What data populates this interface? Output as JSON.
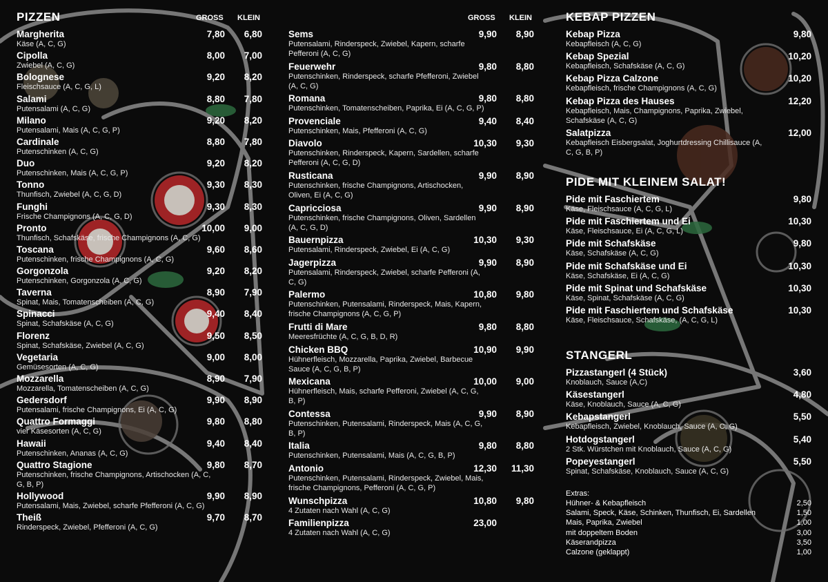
{
  "col1": {
    "title": "PIZZEN",
    "label_gross": "GROSS",
    "label_klein": "KLEIN",
    "items": [
      {
        "name": "Margherita",
        "desc": "Käse (A, C, G)",
        "gross": "7,80",
        "klein": "6,80"
      },
      {
        "name": "Cipolla",
        "desc": "Zwiebel (A, C, G)",
        "gross": "8,00",
        "klein": "7,00"
      },
      {
        "name": "Bolognese",
        "desc": "Fleischsauce (A, C, G, L)",
        "gross": "9,20",
        "klein": "8,20"
      },
      {
        "name": "Salami",
        "desc": "Putensalami (A, C, G)",
        "gross": "8,80",
        "klein": "7,80"
      },
      {
        "name": "Milano",
        "desc": "Putensalami, Mais (A, C, G, P)",
        "gross": "9,20",
        "klein": "8,20"
      },
      {
        "name": "Cardinale",
        "desc": "Putenschinken (A, C, G)",
        "gross": "8,80",
        "klein": "7,80"
      },
      {
        "name": "Duo",
        "desc": "Putenschinken, Mais (A, C, G, P)",
        "gross": "9,20",
        "klein": "8,20"
      },
      {
        "name": "Tonno",
        "desc": "Thunfisch, Zwiebel (A, C, G, D)",
        "gross": "9,30",
        "klein": "8,30"
      },
      {
        "name": "Funghi",
        "desc": "Frische Champignons (A, C, G, D)",
        "gross": "9,30",
        "klein": "8,30"
      },
      {
        "name": "Pronto",
        "desc": "Thunfisch, Schafskäse, frische Champignons (A, C, G)",
        "gross": "10,00",
        "klein": "9,00"
      },
      {
        "name": "Toscana",
        "desc": "Putenschinken, frische Champignons (A, C, G)",
        "gross": "9,60",
        "klein": "8,60"
      },
      {
        "name": "Gorgonzola",
        "desc": "Putenschinken, Gorgonzola (A, C, G)",
        "gross": "9,20",
        "klein": "8,20"
      },
      {
        "name": "Taverna",
        "desc": "Spinat, Mais, Tomatenscheiben (A, C, G)",
        "gross": "8,90",
        "klein": "7,90"
      },
      {
        "name": "Spinacci",
        "desc": "Spinat, Schafskäse (A, C, G)",
        "gross": "9,40",
        "klein": "8,40"
      },
      {
        "name": "Florenz",
        "desc": "Spinat, Schafskäse, Zwiebel (A, C, G)",
        "gross": "9,50",
        "klein": "8,50"
      },
      {
        "name": "Vegetaria",
        "desc": "Gemüsesorten (A, C, G)",
        "gross": "9,00",
        "klein": "8,00"
      },
      {
        "name": "Mozzarella",
        "desc": "Mozzarella, Tomatenscheiben (A, C, G)",
        "gross": "8,90",
        "klein": "7,90"
      },
      {
        "name": "Gedersdorf",
        "desc": "Putensalami, frische Champignons, Ei (A, C, G)",
        "gross": "9,90",
        "klein": "8,90"
      },
      {
        "name": "Quattro Formaggi",
        "desc": "vier Käsesorten (A, C, G)",
        "gross": "9,80",
        "klein": "8,80"
      },
      {
        "name": "Hawaii",
        "desc": "Putenschinken, Ananas (A, C, G)",
        "gross": "9,40",
        "klein": "8,40"
      },
      {
        "name": "Quattro Stagione",
        "desc": "Putenschinken, frische Champignons, Artischocken (A, C, G, B, P)",
        "gross": "9,80",
        "klein": "8,70"
      },
      {
        "name": "Hollywood",
        "desc": "Putensalami, Mais, Zwiebel, scharfe Pfefferoni (A, C, G)",
        "gross": "9,90",
        "klein": "8,90"
      },
      {
        "name": "Theiß",
        "desc": "Rinderspeck, Zwiebel, Pfefferoni (A, C, G)",
        "gross": "9,70",
        "klein": "8,70"
      }
    ]
  },
  "col2": {
    "label_gross": "GROSS",
    "label_klein": "KLEIN",
    "items": [
      {
        "name": "Sems",
        "desc": "Putensalami, Rinderspeck, Zwiebel, Kapern, scharfe Pefferoni (A, C, G)",
        "gross": "9,90",
        "klein": "8,90"
      },
      {
        "name": "Feuerwehr",
        "desc": "Putenschinken, Rinderspeck, scharfe Pfefferoni, Zwiebel (A, C, G)",
        "gross": "9,80",
        "klein": "8,80"
      },
      {
        "name": "Romana",
        "desc": "Putenschinken, Tomatenscheiben, Paprika, Ei (A, C, G, P)",
        "gross": "9,80",
        "klein": "8,80"
      },
      {
        "name": "Provenciale",
        "desc": "Putenschinken, Mais, Pfefferoni (A, C, G)",
        "gross": "9,40",
        "klein": "8,40"
      },
      {
        "name": "Diavolo",
        "desc": "Putenschinken, Rinderspeck, Kapern, Sardellen, scharfe Pefferoni (A, C, G, D)",
        "gross": "10,30",
        "klein": "9,30"
      },
      {
        "name": "Rusticana",
        "desc": "Putenschinken, frische Champignons, Artischocken, Oliven, Ei (A, C, G)",
        "gross": "9,90",
        "klein": "8,90"
      },
      {
        "name": "Capricciosa",
        "desc": "Putenschinken, frische Champignons, Oliven, Sardellen (A, C, G, D)",
        "gross": "9,90",
        "klein": "8,90"
      },
      {
        "name": "Bauernpizza",
        "desc": "Putensalami, Rinderspeck, Zwiebel, Ei (A, C, G)",
        "gross": "10,30",
        "klein": "9,30"
      },
      {
        "name": "Jagerpizza",
        "desc": "Putensalami, Rinderspeck, Zwiebel, scharfe Pefferoni (A, C, G)",
        "gross": "9,90",
        "klein": "8,90"
      },
      {
        "name": "Palermo",
        "desc": "Putenschinken, Putensalami, Rinderspeck, Mais, Kapern, frische Champignons (A, C, G, P)",
        "gross": "10,80",
        "klein": "9,80"
      },
      {
        "name": "Frutti di Mare",
        "desc": "Meeresfrüchte (A, C, G, B, D, R)",
        "gross": "9,80",
        "klein": "8,80"
      },
      {
        "name": "Chicken BBQ",
        "desc": "Hühnerfleisch, Mozzarella, Paprika, Zwiebel, Barbecue Sauce (A, C, G, B, P)",
        "gross": "10,90",
        "klein": "9,90"
      },
      {
        "name": "Mexicana",
        "desc": "Hühnerfleisch, Mais, scharfe Pefferoni, Zwiebel (A, C, G, B, P)",
        "gross": "10,00",
        "klein": "9,00"
      },
      {
        "name": "Contessa",
        "desc": "Putenschinken, Putensalami, Rinderspeck, Mais (A, C, G, B, P)",
        "gross": "9,90",
        "klein": "8,90"
      },
      {
        "name": "Italia",
        "desc": "Putenschinken, Putensalami, Mais (A, C, G, B, P)",
        "gross": "9,80",
        "klein": "8,80"
      },
      {
        "name": "Antonio",
        "desc": "Putenschinken, Putensalami, Rinderspeck, Zwiebel, Mais, frische Champignons, Pefferoni (A, C, G, P)",
        "gross": "12,30",
        "klein": "11,30"
      },
      {
        "name": "Wunschpizza",
        "desc": "4 Zutaten nach Wahl (A, C, G)",
        "gross": "10,80",
        "klein": "9,80"
      },
      {
        "name": "Familienpizza",
        "desc": "4 Zutaten nach Wahl (A, C, G)",
        "gross": "23,00",
        "klein": ""
      }
    ]
  },
  "col3": {
    "kebap": {
      "title": "KEBAP PIZZEN",
      "items": [
        {
          "name": "Kebap Pizza",
          "desc": "Kebapfleisch (A, C, G)",
          "price": "9,80"
        },
        {
          "name": "Kebap Spezial",
          "desc": "Kebapfleisch, Schafskäse (A, C, G)",
          "price": "10,20"
        },
        {
          "name": "Kebap Pizza Calzone",
          "desc": "Kebapfleisch, frische Champignons (A, C, G)",
          "price": "10,20"
        },
        {
          "name": "Kebap Pizza des Hauses",
          "desc": "Kebapfleisch, Mais, Champignons, Paprika, Zwiebel, Schafskäse (A, C, G)",
          "price": "12,20"
        },
        {
          "name": "Salatpizza",
          "desc": "Kebapfleisch Eisbergsalat, Joghurtdressing Chillisauce (A, C, G, B, P)",
          "price": "12,00"
        }
      ]
    },
    "pide": {
      "title": "PIDE MIT KLEINEM SALAT!",
      "items": [
        {
          "name": "Pide mit Faschiertem",
          "desc": "Käse, Fleischsauce (A, C, G, L)",
          "price": "9,80"
        },
        {
          "name": "Pide mit Faschiertem und Ei",
          "desc": "Käse, Fleischsauce, Ei (A, C, G, L)",
          "price": "10,30"
        },
        {
          "name": "Pide mit Schafskäse",
          "desc": "Käse, Schafskäse (A, C, G)",
          "price": "9,80"
        },
        {
          "name": "Pide mit Schafskäse und Ei",
          "desc": "Käse, Schafskäse, Ei (A, C, G)",
          "price": "10,30"
        },
        {
          "name": "Pide mit Spinat und Schafskäse",
          "desc": "Käse, Spinat, Schafskäse (A, C, G)",
          "price": "10,30"
        },
        {
          "name": "Pide mit Faschiertem und Schafskäse",
          "desc": "Käse, Fleischsauce, Schafskäse, (A, C, G, L)",
          "price": "10,30"
        }
      ]
    },
    "stangerl": {
      "title": "STANGERL",
      "items": [
        {
          "name": "Pizzastangerl (4 Stück)",
          "desc": "Knoblauch, Sauce (A,C)",
          "price": "3,60"
        },
        {
          "name": "Käsestangerl",
          "desc": "Käse, Knoblauch, Sauce (A, C, G)",
          "price": "4,80"
        },
        {
          "name": "Kebapstangerl",
          "desc": "Kebapfleisch, Zwiebel, Knoblauch, Sauce (A, C, G)",
          "price": "5,50"
        },
        {
          "name": "Hotdogstangerl",
          "desc": "2 Stk. Würstchen mit Knoblauch, Sauce (A, C, G)",
          "price": "5,40"
        },
        {
          "name": "Popeyestangerl",
          "desc": "Spinat, Schafskäse, Knoblauch, Sauce (A, C, G)",
          "price": "5,50"
        }
      ]
    },
    "extras": {
      "title": "Extras:",
      "items": [
        {
          "label": "Hühner- & Kebapfleisch",
          "price": "2,50"
        },
        {
          "label": "Salami, Speck, Käse, Schinken, Thunfisch, Ei, Sardellen",
          "price": "1,50"
        },
        {
          "label": "Mais, Paprika, Zwiebel",
          "price": "1,00"
        },
        {
          "label": "mit doppeltem Boden",
          "price": "3,00"
        },
        {
          "label": "Käserandpizza",
          "price": "3,50"
        },
        {
          "label": "Calzone (geklappt)",
          "price": "1,00"
        }
      ]
    }
  }
}
